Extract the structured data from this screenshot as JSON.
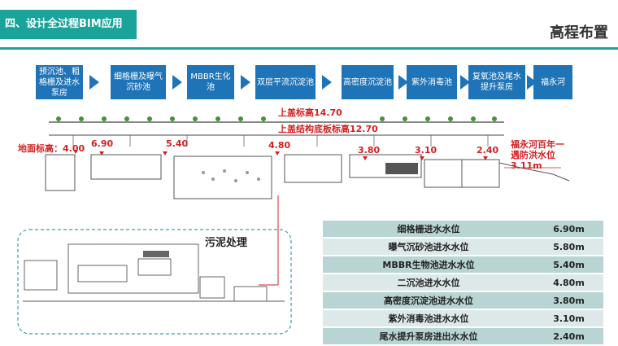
{
  "header": {
    "section": "四、设计全过程BIM应用",
    "title": "高程布置"
  },
  "flow": [
    "预沉池、粗格栅及进水泵房",
    "细格栅及曝气沉砂池",
    "MBBR生化池",
    "双层平流沉淀池",
    "高密度沉淀池",
    "紫外消毒池",
    "复氧池及尾水提升泵房",
    "福永河"
  ],
  "elevations": {
    "top_cover": "上盖标高14.70",
    "top_structure": "上盖结构底板标高12.70",
    "ground": "地面标高：4.00",
    "river_flood": "福永河百年一遇防洪水位3.11m",
    "markers": [
      "6.90",
      "5.40",
      "4.80",
      "3.80",
      "3.10",
      "2.40"
    ]
  },
  "sludge": {
    "label": "污泥处理"
  },
  "water_levels": [
    {
      "name": "细格栅进水水位",
      "value": "6.90m"
    },
    {
      "name": "曝气沉砂池进水水位",
      "value": "5.80m"
    },
    {
      "name": "MBBR生物池进水水位",
      "value": "5.40m"
    },
    {
      "name": "二沉池进水水位",
      "value": "4.80m"
    },
    {
      "name": "高密度沉淀池进水水位",
      "value": "3.80m"
    },
    {
      "name": "紫外消毒池进水水位",
      "value": "3.10m"
    },
    {
      "name": "尾水提升泵房进出水水位",
      "value": "2.40m"
    }
  ],
  "colors": {
    "accent": "#1aa39a",
    "flow_box": "#1f73b7",
    "marker_red": "#d42020"
  }
}
